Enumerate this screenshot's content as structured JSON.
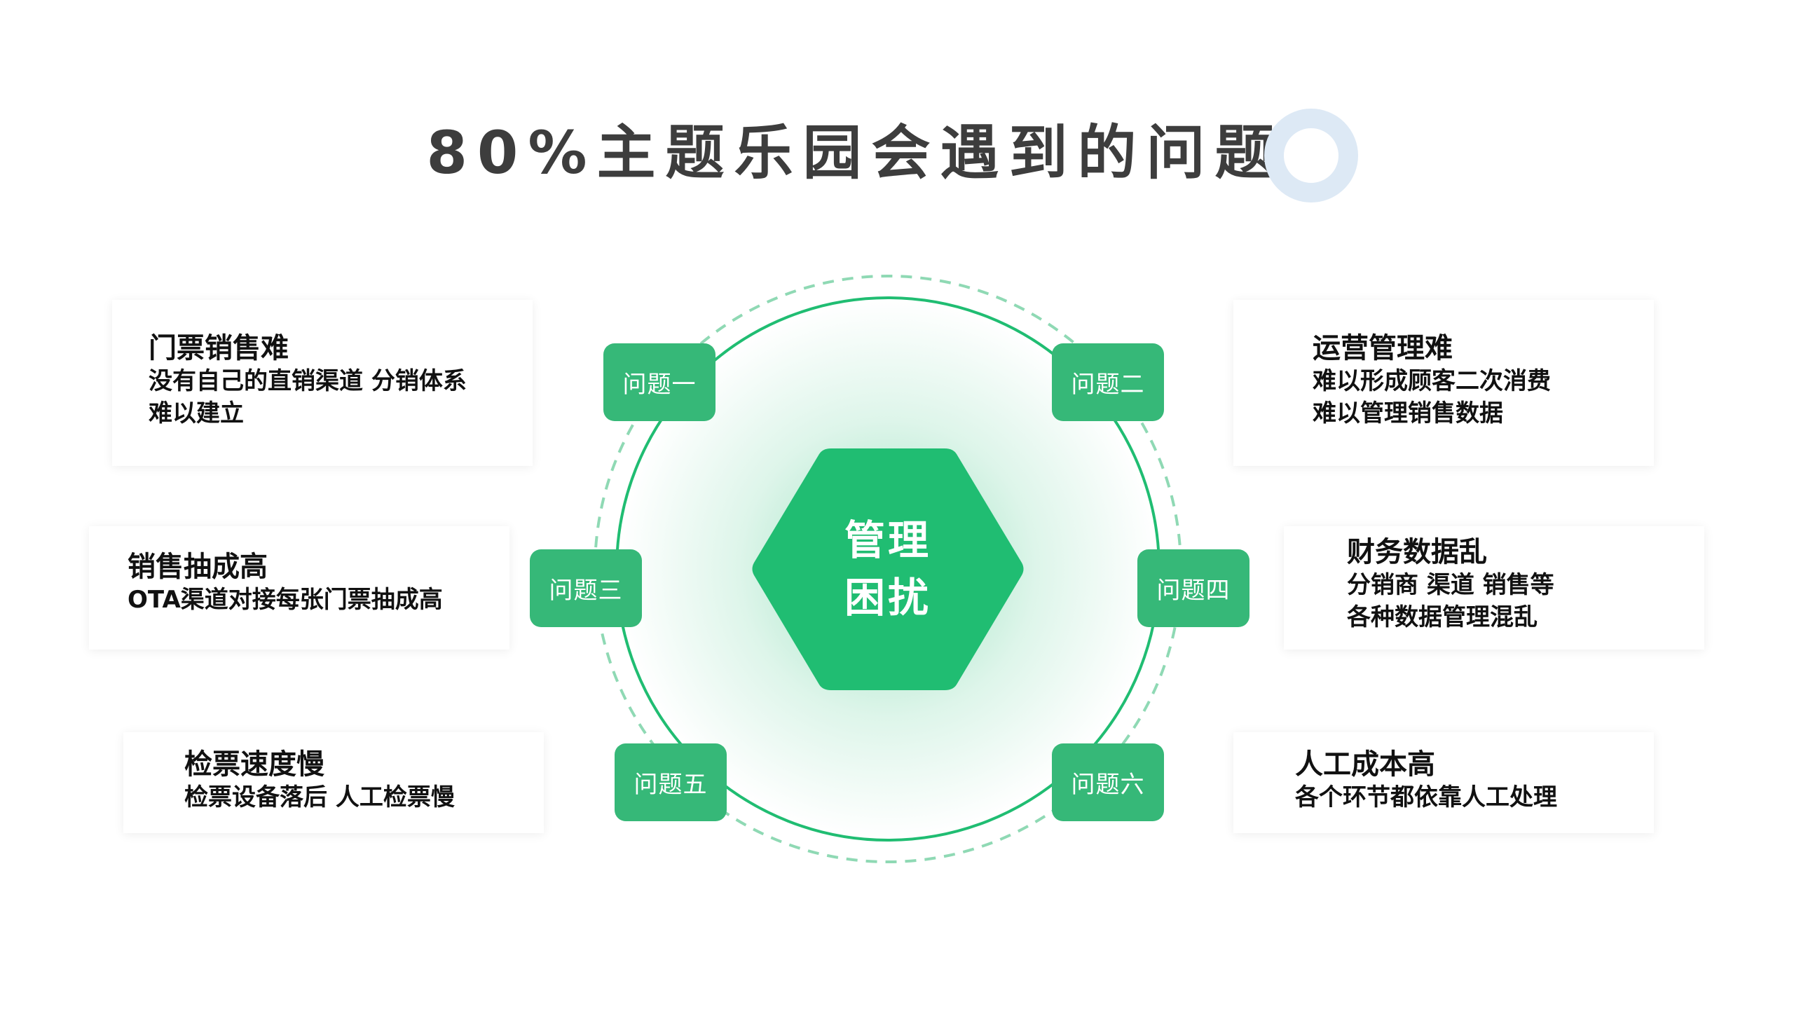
{
  "title": "80%主题乐园会遇到的问题",
  "center": {
    "line1": "管理",
    "line2": "困扰"
  },
  "colors": {
    "primary": "#20bd72",
    "badge": "#36b878",
    "deco": "#dde9f5",
    "title": "#3d3d3d"
  },
  "badges": [
    "问题一",
    "问题二",
    "问题三",
    "问题四",
    "问题五",
    "问题六"
  ],
  "cards": [
    {
      "title": "门票销售难",
      "lines": [
        "没有自己的直销渠道 分销体系",
        "难以建立"
      ]
    },
    {
      "title": "运营管理难",
      "lines": [
        "难以形成顾客二次消费",
        "难以管理销售数据"
      ]
    },
    {
      "title": "销售抽成高",
      "lines": [
        "OTA渠道对接每张门票抽成高"
      ]
    },
    {
      "title": "财务数据乱",
      "lines": [
        "分销商 渠道 销售等",
        "各种数据管理混乱"
      ]
    },
    {
      "title": "检票速度慢",
      "lines": [
        "检票设备落后 人工检票慢"
      ]
    },
    {
      "title": "人工成本高",
      "lines": [
        "各个环节都依靠人工处理"
      ]
    }
  ]
}
